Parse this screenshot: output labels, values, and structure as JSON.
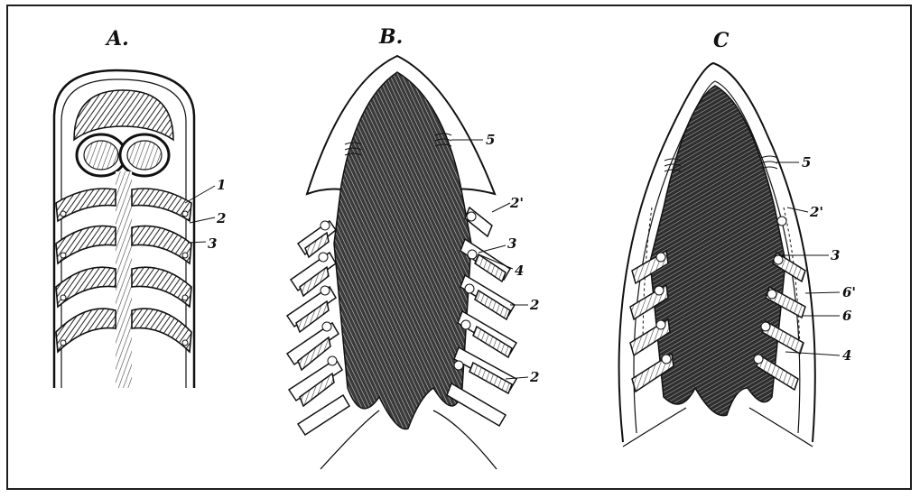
{
  "panels": [
    {
      "title": "A.",
      "callouts": [
        "1",
        "2",
        "3"
      ]
    },
    {
      "title": "B.",
      "callouts": [
        "5",
        "2'",
        "3",
        "4",
        "2",
        "2"
      ]
    },
    {
      "title": "C",
      "callouts": [
        "5",
        "2'",
        "3",
        "6'",
        "6",
        "4"
      ]
    }
  ],
  "colors": {
    "ink": "#111111",
    "outline": "#1e1e1e",
    "paper": "#ffffff"
  }
}
